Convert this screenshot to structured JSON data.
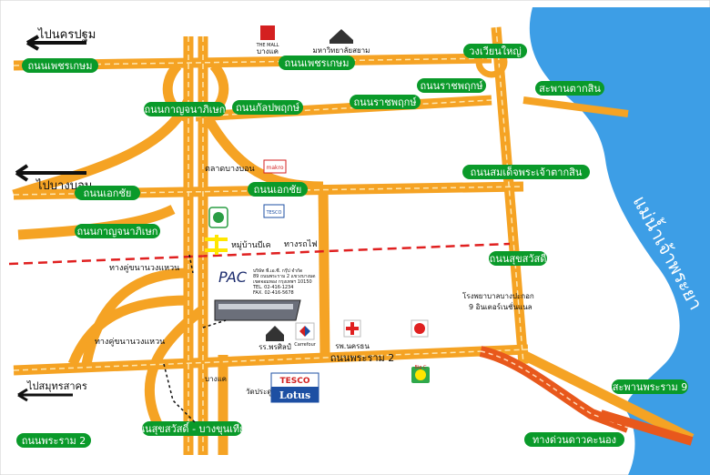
{
  "colors": {
    "road": "#f5a324",
    "road_edge": "#c97a06",
    "road_center": "#fde6b0",
    "expressway": "#e8581c",
    "river": "#3d9ee6",
    "label_bg": "#0a9a2a",
    "label_text": "#ffffff",
    "rail": "#e02020",
    "annotation": "#1a1a1a"
  },
  "directions": {
    "top_left": "ไปนครปฐม",
    "mid_left": "ไปบางบอน",
    "bottom_left": "ไปสมุทรสาคร"
  },
  "road_labels": {
    "phet_kasem_left": "ถนนเพชรเกษม",
    "phet_kasem_mid": "ถนนเพชรเกษม",
    "wong_wian_yai": "วงเวียนใหญ่",
    "ratchaphruek_right": "ถนนราชพฤกษ์",
    "taksin_bridge": "สะพานตากสิน",
    "kanchanaphisek_top": "ถนนกาญจนาภิเษก",
    "kanlapaphruek": "ถนนกัลปพฤกษ์",
    "ratchaphruek_mid": "ถนนราชพฤกษ์",
    "somdet_phra_chao_taksin": "ถนนสมเด็จพระเจ้าตากสิน",
    "ekkachai_left": "ถนนเอกชัย",
    "ekkachai_mid": "ถนนเอกชัย",
    "kanchanaphisek_bottom": "ถนนกาญจนาภิเษก",
    "suksawat": "ถนนสุขสวัสดิ์",
    "rama2_center": "ถนนพระราม 2",
    "rama9_bridge": "สะพานพระราม 9",
    "chalerm_maha_nakhon": "ทางด่วนดาวคะนอง",
    "suksawat_bang_khun_thian": "ถนนสุขสวัสดิ์ - บางขุนเทียน",
    "rama2_bottom": "ถนนพระราม 2"
  },
  "river_label": "แม่น้ำเจ้าพระยา",
  "places": {
    "the_mall_logo": "THE MALL",
    "the_mall": "บางแค",
    "university": "มหาวิทยาลัยสยาม",
    "bang_bon_market": "ตลาดบางบอน",
    "makro": "makro",
    "tesco_small": "TESCO",
    "village": "หมู่บ้านบีเค",
    "railway": "ทางรถไฟ",
    "outer_ring_top": "ทางคู่ขนานวงแหวน",
    "outer_ring_bottom": "ทางคู่ขนานวงแหวน",
    "hospital_note_1": "โรงพยาบาลบางปะกอก",
    "hospital_note_2": "9 อินเตอร์เนชั่นแนล",
    "school": "รร.พรศิลป์",
    "carrefour": "Carrefour",
    "hospital": "รพ.นครธน",
    "big_c": "Big C",
    "bang_khae_bottom": "บางแค",
    "temple": "วัดประดู่",
    "tesco_lotus_1": "TESCO",
    "tesco_lotus_2": "Lotus"
  },
  "company": {
    "logo": "PAC",
    "line1": "บริษัท พี.เอ.ซี. กรุ๊ป จำกัด",
    "line2": "89 ถนนพระราม 2 แขวงบางมด",
    "line3": "เขตจอมทอง กรุงเทพฯ 10150",
    "line4": "TEL. 02-416-1234",
    "line5": "FAX. 02-416-5678"
  }
}
